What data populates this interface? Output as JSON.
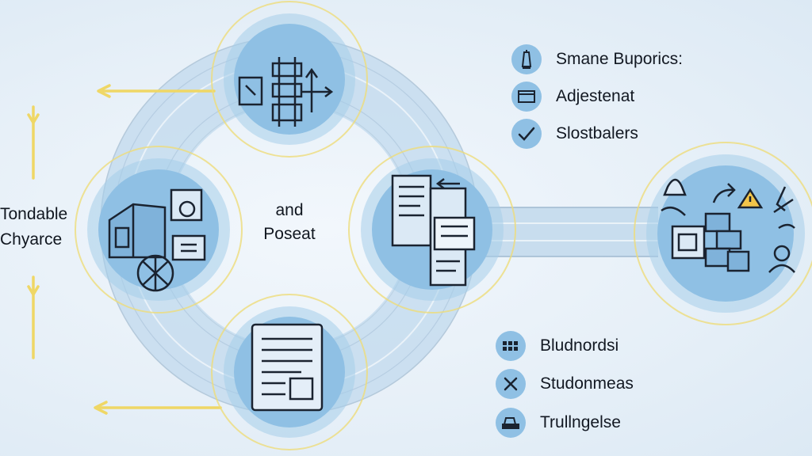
{
  "diagram": {
    "left_label": [
      "Tondable",
      "Chyarce"
    ],
    "center_label": [
      "and",
      "Poseat"
    ]
  },
  "legend_top": [
    {
      "icon": "lighthouse-icon",
      "label": "Smane Buporics:"
    },
    {
      "icon": "window-icon",
      "label": "Adjestenat"
    },
    {
      "icon": "checkmark-icon",
      "label": "Slostbalers"
    }
  ],
  "legend_bottom": [
    {
      "icon": "grid-blocks-icon",
      "label": "Bludnordsi"
    },
    {
      "icon": "close-icon",
      "label": "Studonmeas"
    },
    {
      "icon": "stamp-icon",
      "label": "Trullngelse"
    }
  ],
  "colors": {
    "ring": "#b7d3ea",
    "node": "#8fc0e4",
    "halo": "#eddc7a",
    "arrow": "#efd766",
    "ink": "#1a2330"
  }
}
